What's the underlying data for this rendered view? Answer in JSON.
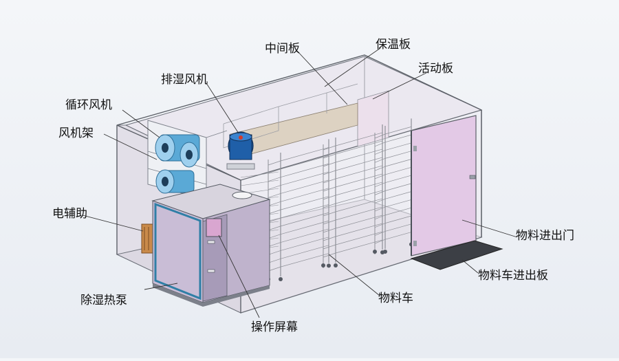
{
  "labels": {
    "middle_plate": "中间板",
    "insulation_plate": "保温板",
    "movable_plate": "活动板",
    "exhaust_fan": "排湿风机",
    "circulation_fan": "循环风机",
    "fan_frame": "风机架",
    "electric_heater": "电辅助",
    "dehumidifying_heat_pump": "除湿热泵",
    "control_screen": "操作屏幕",
    "material_cart": "物料车",
    "material_door": "物料进出门",
    "cart_ramp": "物料车进出板"
  },
  "colors": {
    "room_fill": "#e9e6ee",
    "edge": "#6b6f78",
    "door": "#e3c9e6",
    "pump": "#cfc4d9",
    "pump_frame": "#2f7fa6",
    "fan": "#5aa9d6",
    "exhaust_fan": "#1f5fa8",
    "middle_plate": "#ddd2c2",
    "rack": "#8d8f96"
  }
}
